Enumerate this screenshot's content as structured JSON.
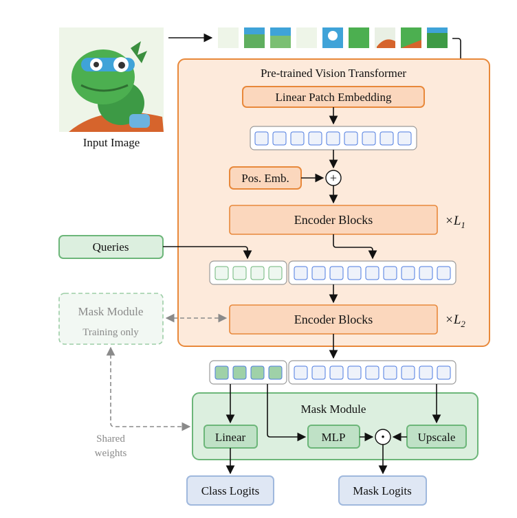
{
  "input_image": {
    "caption": "Input Image",
    "subject": "cartoon dinosaur superhero with mask and cape"
  },
  "vit": {
    "title": "Pre-trained Vision Transformer",
    "patch_embedding": "Linear Patch Embedding",
    "pos_emb": "Pos. Emb.",
    "encoder_blocks_1": "Encoder Blocks",
    "repeat_1": "×L",
    "repeat_1_sub": "1",
    "encoder_blocks_2": "Encoder Blocks",
    "repeat_2": "×L",
    "repeat_2_sub": "2",
    "plus_symbol": "+"
  },
  "queries": {
    "label": "Queries"
  },
  "mask_module_training": {
    "title": "Mask Module",
    "subtitle": "Training only"
  },
  "mask_module": {
    "title": "Mask Module",
    "linear": "Linear",
    "mlp": "MLP",
    "upscale": "Upscale",
    "dot_symbol": "·"
  },
  "shared_weights": {
    "line1": "Shared",
    "line2": "weights"
  },
  "outputs": {
    "class_logits": "Class Logits",
    "mask_logits": "Mask Logits"
  },
  "colors": {
    "orange_border": "#e8883a",
    "orange_fill": "#fdeadb",
    "orange_box_fill": "#fbd7bd",
    "green_border": "#6cb679",
    "green_fill": "#dcefdf",
    "green_box_fill": "#bfe1c6",
    "blue_border": "#9fb8dd",
    "blue_box_fill": "#dfe7f4",
    "token_blue": "#4b7ae0",
    "gray_dashed": "#9a9a9a"
  }
}
